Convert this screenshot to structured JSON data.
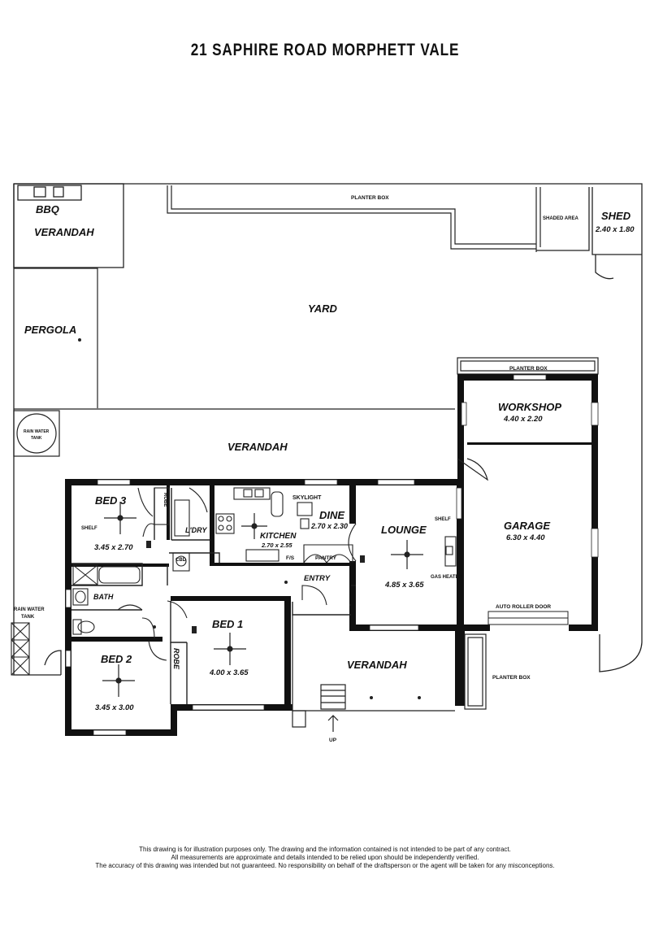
{
  "title": "21 SAPHIRE ROAD MORPHETT VALE",
  "rooms": {
    "bbq": "BBQ",
    "verandah_top": "VERANDAH",
    "planter_box_top": "PLANTER BOX",
    "shaded_area": "SHADED AREA",
    "shed": "SHED",
    "shed_size": "2.40 x 1.80",
    "yard": "YARD",
    "pergola": "PERGOLA",
    "rain_water_tank_1": "RAIN WATER",
    "rain_water_tank_1b": "TANK",
    "planter_box_garage": "PLANTER BOX",
    "workshop": "WORKSHOP",
    "workshop_size": "4.40 x 2.20",
    "verandah_mid": "VERANDAH",
    "bed3": "BED 3",
    "bed3_size": "3.45 x 2.70",
    "shelf_bed3": "SHELF",
    "robe_bed3": "ROBE",
    "ldry": "L'DRY",
    "cbd": "CBD",
    "skylight": "SKYLIGHT",
    "dine": "DINE",
    "dine_size": "2.70 x 2.30",
    "kitchen": "KITCHEN",
    "kitchen_size": "2.70 x 2.55",
    "fs": "F/S",
    "pantry": "PANTRY",
    "lounge": "LOUNGE",
    "lounge_size": "4.85 x 3.65",
    "shelf_lounge": "SHELF",
    "gas_heater": "GAS HEATER",
    "garage": "GARAGE",
    "garage_size": "6.30 x 4.40",
    "entry": "ENTRY",
    "bath": "BATH",
    "rain_water_tank_2": "RAIN WATER",
    "rain_water_tank_2b": "TANK",
    "bed1": "BED 1",
    "bed1_size": "4.00 x 3.65",
    "auto_roller_door": "AUTO ROLLER DOOR",
    "bed2": "BED 2",
    "bed2_size": "3.45 x 3.00",
    "robe_bed2": "ROBE",
    "verandah_front": "VERANDAH",
    "planter_box_front": "PLANTER BOX",
    "up": "UP"
  },
  "disclaimer": [
    "This drawing is for illustration purposes only. The drawing and the information contained is not intended to be part of any contract.",
    "All measurements are approximate and details intended to be relied upon should be independently verified.",
    "The accuracy of this drawing was intended but not guaranteed. No responsibility on behalf of the draftsperson or the agent will be taken for any misconceptions."
  ]
}
